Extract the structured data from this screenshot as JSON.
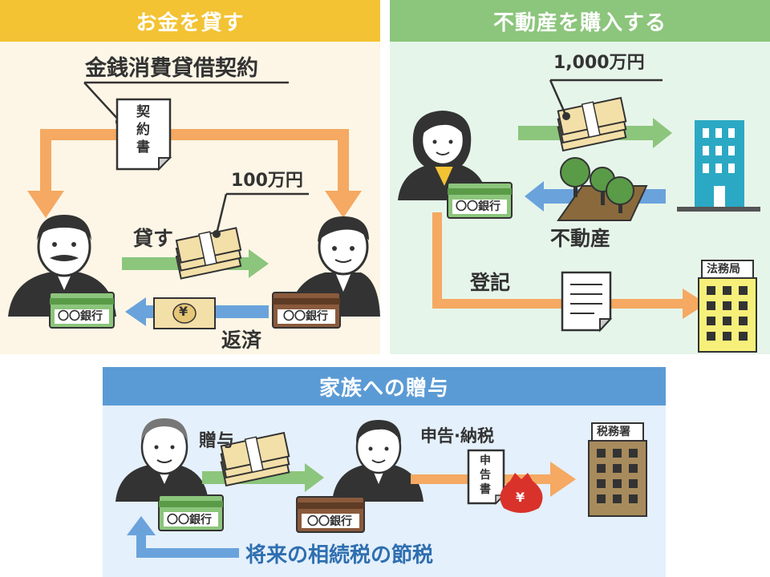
{
  "panels": {
    "lend": {
      "title": "お金を貸す",
      "contract_label": "金銭消費貸借契約",
      "contract_doc": [
        "契",
        "約",
        "書"
      ],
      "amount": "100万円",
      "lend_label": "貸す",
      "repay_label": "返済",
      "bank_label_left": "〇〇銀行",
      "bank_label_right": "〇〇銀行",
      "yen_symbol": "¥",
      "colors": {
        "header": "#f3c334",
        "bg": "#fdf6e6",
        "arrow": "#f5a962"
      }
    },
    "property": {
      "title": "不動産を購入する",
      "amount": "1,000万円",
      "property_label": "不動産",
      "registration_label": "登記",
      "bank_label": "〇〇銀行",
      "legal_office": "法務局",
      "colors": {
        "header": "#8cc57c",
        "bg": "#e6f5ea",
        "building": "#2ba9c4"
      }
    },
    "gift": {
      "title": "家族への贈与",
      "gift_label": "贈与",
      "report_label": "申告·納税",
      "report_doc": [
        "申",
        "告",
        "書"
      ],
      "yen_symbol": "¥",
      "bank_label_left": "〇〇銀行",
      "bank_label_right": "〇〇銀行",
      "tax_office": "税務署",
      "footer": "将来の相続税の節税",
      "colors": {
        "header": "#5b9bd5",
        "bg": "#e4f0fb",
        "footer_text": "#2f6fb0"
      }
    }
  },
  "icons": [
    "contract-document-icon",
    "money-bundle-icon",
    "yen-bill-icon",
    "bank-passbook-icon",
    "building-icon",
    "land-trees-icon",
    "document-icon",
    "legal-office-icon",
    "money-bag-icon",
    "tax-office-icon",
    "person-icon"
  ]
}
